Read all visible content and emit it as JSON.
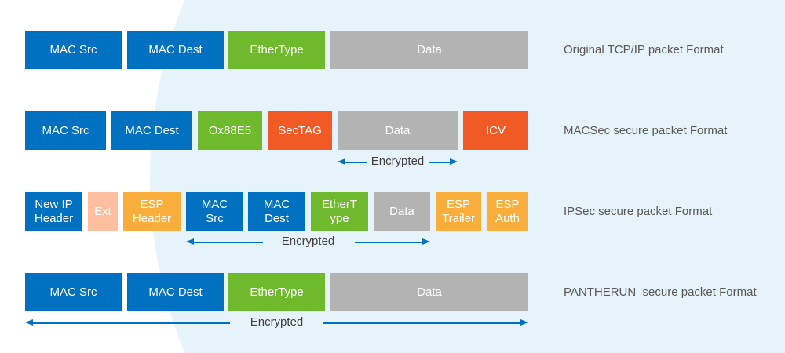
{
  "colors": {
    "mac": "#0070c0",
    "ethertype": "#6fba2c",
    "data": "#b3b3b3",
    "macsec": "#f15a24",
    "esp": "#f9ae3b",
    "ext": "#fdbfa0",
    "background_accent": "#e7f3fa"
  },
  "rows": [
    {
      "label": "Original TCP/IP packet Format",
      "fields": [
        "MAC Src",
        "MAC Dest",
        "EtherType",
        "Data"
      ]
    },
    {
      "label": "MACSec secure packet Format",
      "fields": [
        "MAC Src",
        "MAC Dest",
        "Ox88E5",
        "SecTAG",
        "Data",
        "ICV"
      ],
      "encrypted": "Encrypted"
    },
    {
      "label": "IPSec secure packet Format",
      "fields": [
        "New IP Header",
        "Ext",
        "ESP Header",
        "MAC Src",
        "MAC Dest",
        "EtherT ype",
        "Data",
        "ESP Trailer",
        "ESP Auth"
      ],
      "encrypted": "Encrypted"
    },
    {
      "label": "PANTHERUN  secure packet Format",
      "fields": [
        "MAC Src",
        "MAC Dest",
        "EtherType",
        "Data"
      ],
      "encrypted": "Encrypted"
    }
  ]
}
